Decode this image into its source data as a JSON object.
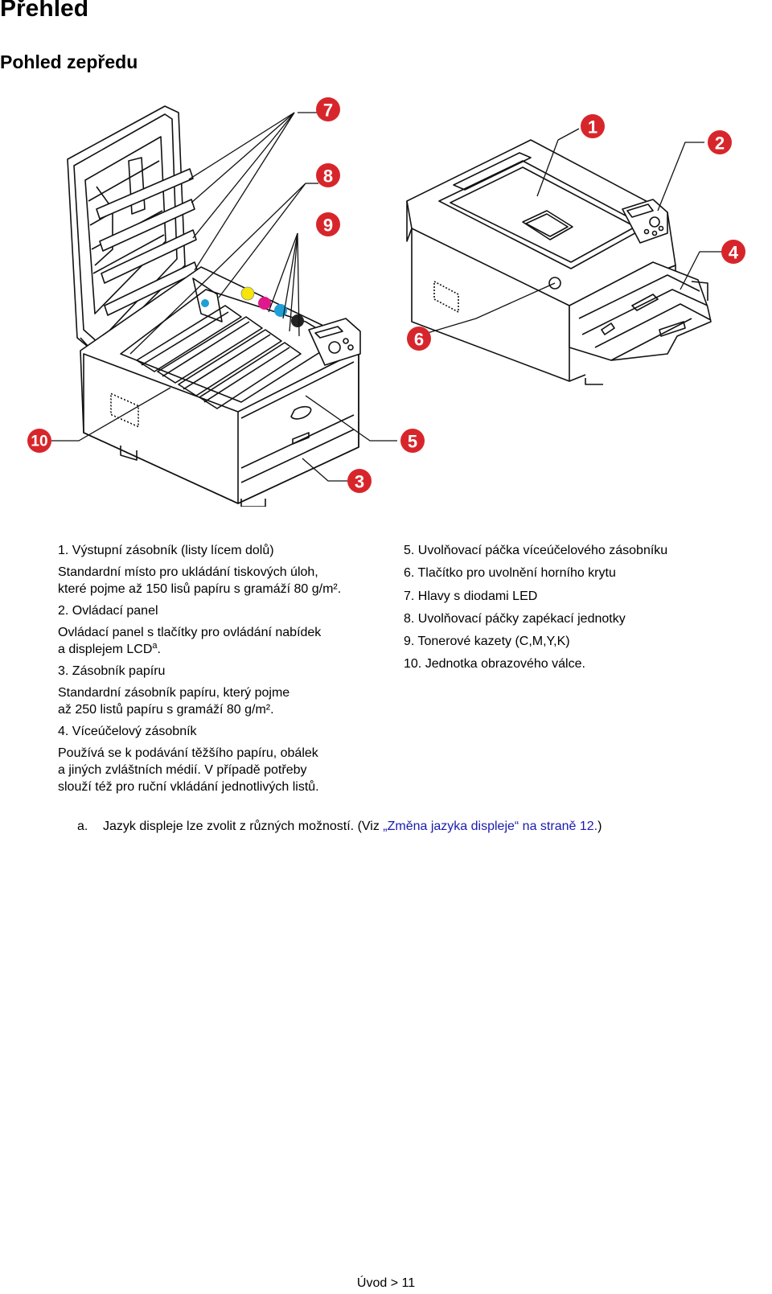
{
  "title": "Přehled",
  "subtitle": "Pohled zepředu",
  "callouts": [
    "1",
    "2",
    "3",
    "4",
    "5",
    "6",
    "7",
    "8",
    "9",
    "10"
  ],
  "left_items": [
    {
      "head": "1. Výstupní zásobník (listy lícem dolů)",
      "desc_lines": [
        "Standardní místo pro ukládání tiskových úloh,",
        "které pojme až 150 lisů papíru s gramáží 80 g/m²."
      ]
    },
    {
      "head": "2. Ovládací panel",
      "desc_lines": [
        "Ovládací panel s tlačítky pro ovládání nabídek",
        "a displejem LCD"
      ],
      "sup": "a",
      "after_sup": "."
    },
    {
      "head": "3. Zásobník papíru",
      "desc_lines": [
        "Standardní zásobník papíru, který pojme",
        "až 250 listů papíru s gramáží 80 g/m²."
      ]
    },
    {
      "head": "4. Víceúčelový zásobník",
      "desc_lines": [
        "Používá se k podávání těžšího papíru, obálek",
        "a jiných zvláštních médií. V případě potřeby",
        "slouží též pro ruční vkládání jednotlivých listů."
      ]
    }
  ],
  "right_items": [
    "5. Uvolňovací páčka víceúčelového zásobníku",
    "6. Tlačítko pro uvolnění horního krytu",
    "7. Hlavy s diodami LED",
    "8. Uvolňovací páčky zapékací jednotky",
    "9. Tonerové kazety (C,M,Y,K)",
    "10. Jednotka obrazového válce."
  ],
  "footnote": {
    "mark": "a.",
    "text_before": "Jazyk displeje lze zvolit z různých možností. (Viz ",
    "link": "„Změna jazyka displeje“ na straně 12.",
    "text_after": ")"
  },
  "footer": "Úvod > 11",
  "colors": {
    "callout": "#d7262b",
    "toner_c": "#1e9fd8",
    "toner_m": "#e0188c",
    "toner_y": "#f5e50a",
    "toner_k": "#222222",
    "link": "#1a1ab0"
  }
}
